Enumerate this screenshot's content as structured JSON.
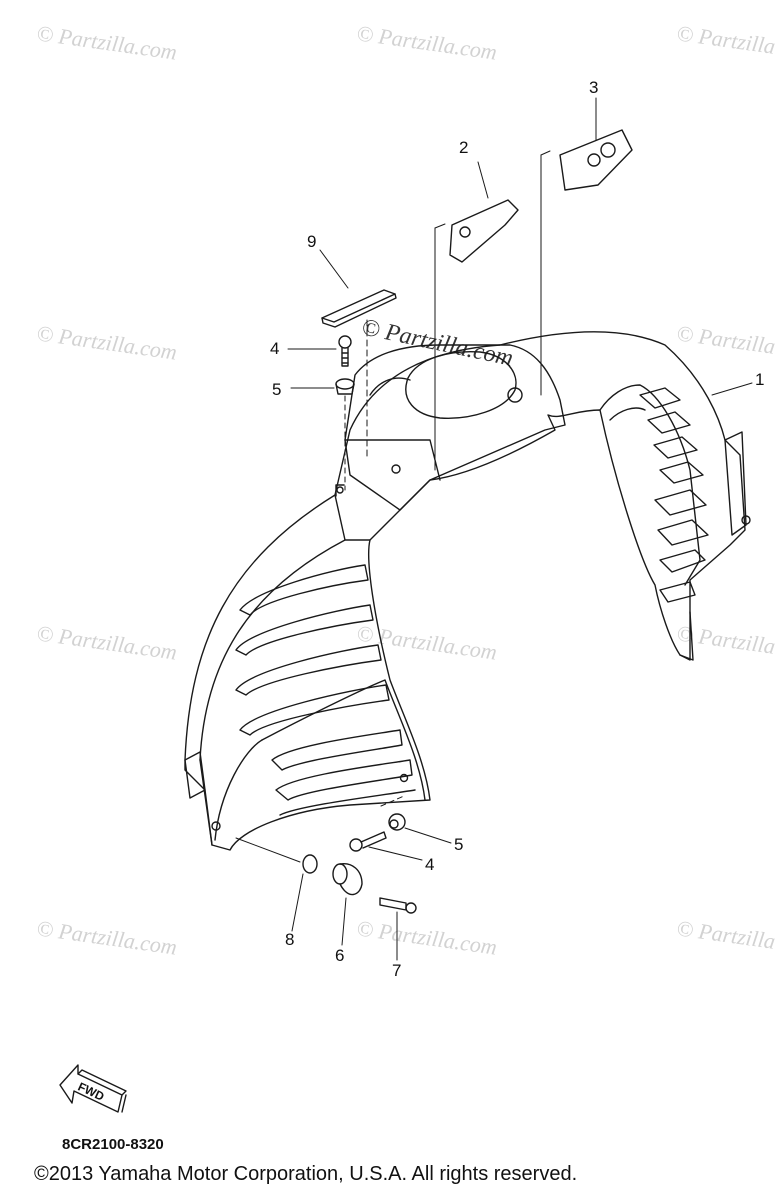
{
  "watermark": "© Partzilla.com",
  "callouts": [
    "1",
    "2",
    "3",
    "4",
    "5",
    "4",
    "5",
    "6",
    "7",
    "8",
    "9"
  ],
  "fwd_label": "FWD",
  "diagram_code": "8CR2100-8320",
  "copyright": "©2013  Yamaha Motor Corporation, U.S.A. All rights reserved."
}
